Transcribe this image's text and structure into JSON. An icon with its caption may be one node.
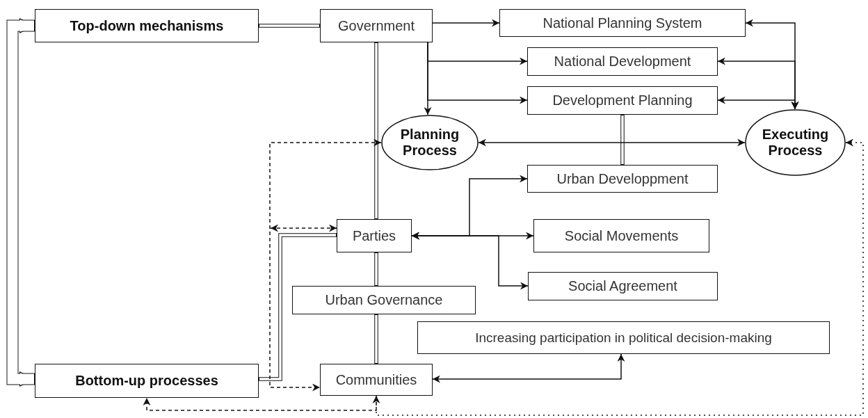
{
  "diagram": {
    "nodes": [
      {
        "text": [
          "Top-down mechanisms"
        ]
      },
      {
        "text": [
          "Government"
        ]
      },
      {
        "text": [
          "National Planning System"
        ]
      },
      {
        "text": [
          "National Development"
        ]
      },
      {
        "text": [
          "Development Planning"
        ]
      },
      {
        "text": [
          "Planning Process"
        ]
      },
      {
        "text": [
          "Executing Process"
        ]
      },
      {
        "text": [
          "Urban Developpment"
        ]
      },
      {
        "text": [
          "Parties"
        ]
      },
      {
        "text": [
          "Social Movements"
        ]
      },
      {
        "text": [
          "Social Agreement"
        ]
      },
      {
        "text": [
          "Urban Governance"
        ]
      },
      {
        "text": [
          "Increasing participation in political decision-making"
        ]
      },
      {
        "text": [
          "Bottom-up processes"
        ]
      },
      {
        "text": [
          "Communities"
        ]
      }
    ],
    "edges": [
      {
        "from": 0,
        "to": 1,
        "arrow": "none",
        "style": "thick"
      },
      {
        "from": 1,
        "to": 2,
        "arrow": "to"
      },
      {
        "from": 1,
        "to": 3,
        "arrow": "to"
      },
      {
        "from": 1,
        "to": 4,
        "arrow": "to"
      },
      {
        "from": 1,
        "to": 5,
        "arrow": "to"
      },
      {
        "from": 6,
        "to": 2,
        "arrow": "both"
      },
      {
        "from": 6,
        "to": 3,
        "arrow": "both"
      },
      {
        "from": 6,
        "to": 4,
        "arrow": "both"
      },
      {
        "from": 5,
        "to": 6,
        "arrow": "both"
      },
      {
        "from": 4,
        "to": 7,
        "arrow": "none",
        "style": "thick"
      },
      {
        "from": 1,
        "to": 8,
        "arrow": "none",
        "style": "thick"
      },
      {
        "from": 8,
        "to": 11,
        "arrow": "none",
        "style": "thick"
      },
      {
        "from": 11,
        "to": 14,
        "arrow": "none",
        "style": "thick"
      },
      {
        "from": 8,
        "to": 7,
        "arrow": "both"
      },
      {
        "from": 8,
        "to": 9,
        "arrow": "both"
      },
      {
        "from": 8,
        "to": 10,
        "arrow": "both"
      },
      {
        "from": 13,
        "to": 8,
        "arrow": "none",
        "style": "thick"
      },
      {
        "from": 5,
        "to": 14,
        "arrow": "both",
        "style": "dashed"
      },
      {
        "from": 8,
        "to": null,
        "arrow": "both",
        "style": "dashed"
      },
      {
        "from": 14,
        "to": 12,
        "arrow": "both"
      },
      {
        "from": 6,
        "to": 14,
        "arrow": "both",
        "style": "dashed"
      },
      {
        "from": 14,
        "to": 13,
        "arrow": "to",
        "style": "dashed"
      },
      {
        "from": 13,
        "to": 0,
        "arrow": "both",
        "style": "thick"
      }
    ]
  }
}
